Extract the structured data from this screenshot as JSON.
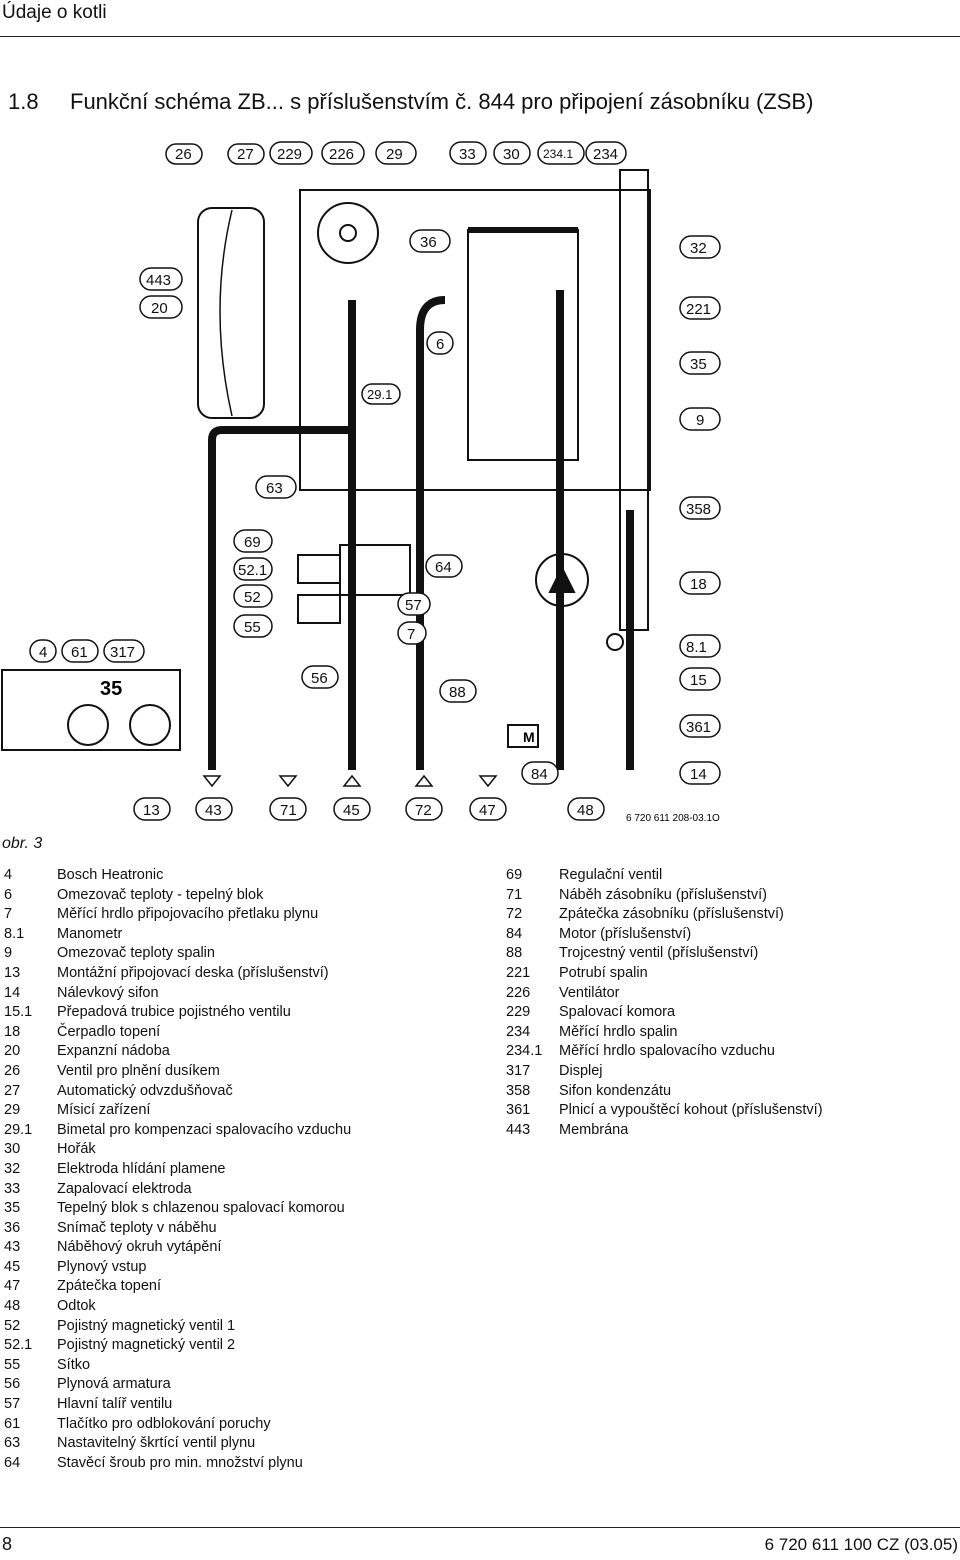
{
  "header": {
    "title": "Údaje o kotli"
  },
  "section": {
    "number": "1.8",
    "title": "Funkční schéma ZB... s příslušenstvím č. 844 pro připojení zásobníku (ZSB)"
  },
  "diagram": {
    "top_labels": [
      "26",
      "27",
      "229",
      "226",
      "29",
      "33",
      "30",
      "234.1",
      "234"
    ],
    "right_labels": [
      "32",
      "221",
      "35",
      "9",
      "358",
      "18",
      "8.1",
      "15",
      "361",
      "14"
    ],
    "inner_labels": [
      "36",
      "6",
      "443",
      "20",
      "29.1",
      "63",
      "69",
      "52.1",
      "52",
      "55",
      "64",
      "57",
      "7",
      "88",
      "56",
      "4",
      "61",
      "317",
      "84"
    ],
    "bottom_labels": [
      "13",
      "43",
      "71",
      "45",
      "72",
      "47",
      "48"
    ],
    "pump_motor_label": "M",
    "display_value": "35",
    "code": "6 720 611 208-03.1O"
  },
  "figure_label": "obr. 3",
  "legend_left": [
    {
      "k": "4",
      "v": "Bosch Heatronic"
    },
    {
      "k": "6",
      "v": "Omezovač teploty - tepelný blok"
    },
    {
      "k": "7",
      "v": "Měřící hrdlo připojovacího přetlaku plynu"
    },
    {
      "k": "8.1",
      "v": "Manometr"
    },
    {
      "k": "9",
      "v": "Omezovač teploty spalin"
    },
    {
      "k": "13",
      "v": "Montážní připojovací deska (příslušenství)"
    },
    {
      "k": "14",
      "v": "Nálevkový sifon"
    },
    {
      "k": "15.1",
      "v": "Přepadová trubice pojistného ventilu"
    },
    {
      "k": "18",
      "v": "Čerpadlo topení"
    },
    {
      "k": "20",
      "v": "Expanzní nádoba"
    },
    {
      "k": "26",
      "v": "Ventil pro plnění dusíkem"
    },
    {
      "k": "27",
      "v": "Automatický odvzdušňovač"
    },
    {
      "k": "29",
      "v": "Mísicí zařízení"
    },
    {
      "k": "29.1",
      "v": "Bimetal pro kompenzaci spalovacího vzduchu"
    },
    {
      "k": "30",
      "v": "Hořák"
    },
    {
      "k": "32",
      "v": "Elektroda hlídání plamene"
    },
    {
      "k": "33",
      "v": "Zapalovací elektroda"
    },
    {
      "k": "35",
      "v": "Tepelný blok s chlazenou spalovací komorou"
    },
    {
      "k": "36",
      "v": "Snímač teploty v náběhu"
    },
    {
      "k": "43",
      "v": "Náběhový okruh vytápění"
    },
    {
      "k": "45",
      "v": "Plynový vstup"
    },
    {
      "k": "47",
      "v": "Zpátečka topení"
    },
    {
      "k": "48",
      "v": "Odtok"
    },
    {
      "k": "52",
      "v": "Pojistný magnetický ventil 1"
    },
    {
      "k": "52.1",
      "v": "Pojistný magnetický ventil 2"
    },
    {
      "k": "55",
      "v": "Sítko"
    },
    {
      "k": "56",
      "v": "Plynová armatura"
    },
    {
      "k": "57",
      "v": "Hlavní talíř ventilu"
    },
    {
      "k": "61",
      "v": "Tlačítko pro odblokování poruchy"
    },
    {
      "k": "63",
      "v": "Nastavitelný škrtící ventil plynu"
    },
    {
      "k": "64",
      "v": "Stavěcí šroub pro min. množství plynu"
    }
  ],
  "legend_right": [
    {
      "k": "69",
      "v": "Regulační ventil"
    },
    {
      "k": "71",
      "v": "Náběh zásobníku (příslušenství)"
    },
    {
      "k": "72",
      "v": "Zpátečka zásobníku (příslušenství)"
    },
    {
      "k": "84",
      "v": "Motor (příslušenství)"
    },
    {
      "k": "88",
      "v": "Trojcestný ventil (příslušenství)"
    },
    {
      "k": "221",
      "v": "Potrubí spalin"
    },
    {
      "k": "226",
      "v": "Ventilátor"
    },
    {
      "k": "229",
      "v": "Spalovací komora"
    },
    {
      "k": "234",
      "v": "Měřící hrdlo spalin"
    },
    {
      "k": "234.1",
      "v": "Měřící hrdlo spalovacího vzduchu"
    },
    {
      "k": "317",
      "v": "Displej"
    },
    {
      "k": "358",
      "v": "Sifon kondenzátu"
    },
    {
      "k": "361",
      "v": "Plnicí a vypouštěcí kohout (příslušenství)"
    },
    {
      "k": "443",
      "v": "Membrána"
    }
  ],
  "footer": {
    "page": "8",
    "doc": "6 720 611 100 CZ (03.05)"
  }
}
